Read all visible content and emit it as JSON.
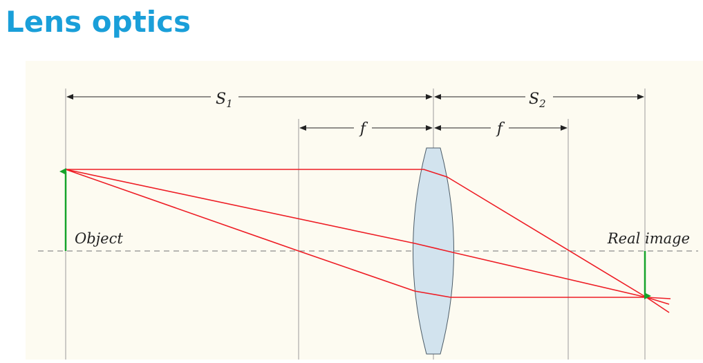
{
  "title": "Lens optics",
  "colors": {
    "title": "#1a9fd9",
    "panel_bg": "#fdfbf1",
    "ray": "#ee1c24",
    "arrow": "#15a32a",
    "lens_fill": "#d2e3ee",
    "lens_stroke": "#4a5a66",
    "dimension": "#222222",
    "guide": "#9a9a9a"
  },
  "diagram": {
    "labels": {
      "s1": "S",
      "s1_sub": "1",
      "s2": "S",
      "s2_sub": "2",
      "f_left": "f",
      "f_right": "f",
      "object": "Object",
      "real_image": "Real image"
    }
  }
}
